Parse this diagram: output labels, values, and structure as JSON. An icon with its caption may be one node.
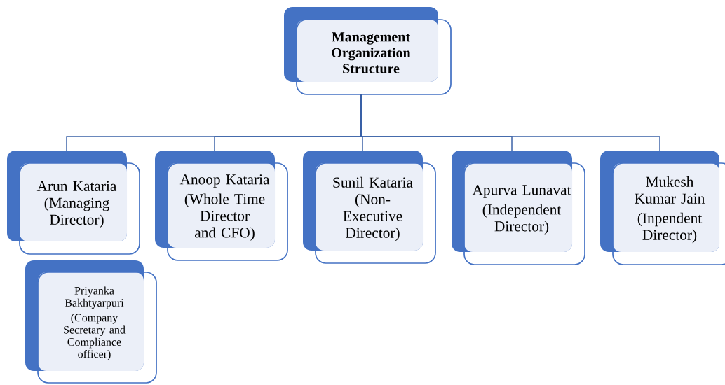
{
  "diagram": {
    "nodes": [
      {
        "text": [
          "Management Organization Structure"
        ]
      },
      {
        "text": [
          "Arun Kataria (Managing Director)"
        ]
      },
      {
        "text": [
          "Anoop Kataria",
          "(Whole Time Director and CFO)"
        ]
      },
      {
        "text": [
          "Sunil Kataria (Non-Executive Director)"
        ]
      },
      {
        "text": [
          "Apurva Lunavat",
          "(Independent Director)"
        ]
      },
      {
        "text": [
          "Mukesh Kumar Jain",
          "(Inpendent Director)"
        ]
      },
      {
        "text": [
          "Priyanka Bakhtyarpuri",
          "(Company Secretary and Compliance officer)"
        ]
      }
    ],
    "edges": [
      {
        "from": 0,
        "to": 1,
        "arrow": "none"
      },
      {
        "from": 0,
        "to": 2,
        "arrow": "none"
      },
      {
        "from": 0,
        "to": 3,
        "arrow": "none"
      },
      {
        "from": 0,
        "to": 4,
        "arrow": "none"
      },
      {
        "from": 0,
        "to": 5,
        "arrow": "none"
      }
    ]
  }
}
